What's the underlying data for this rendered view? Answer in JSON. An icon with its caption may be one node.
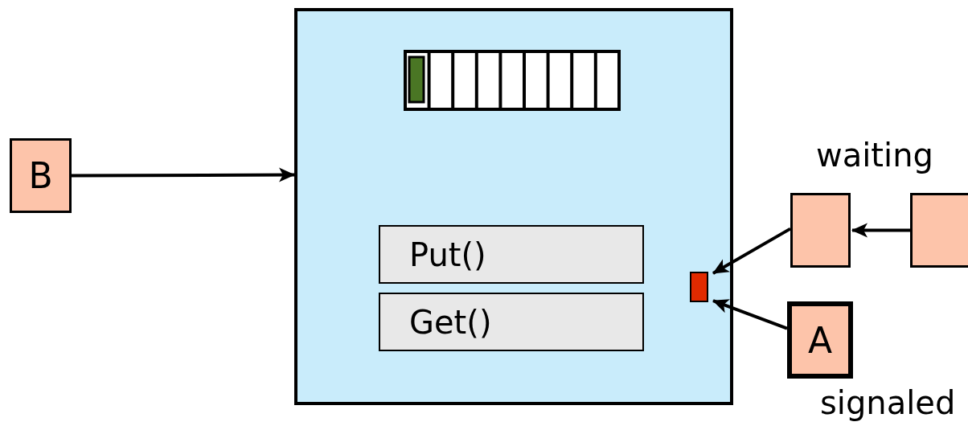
{
  "diagram": {
    "nodes": [
      {
        "text": [],
        "shape": "box"
      },
      {
        "text": [
          "Put()"
        ],
        "in": 0
      },
      {
        "text": [
          "Get()"
        ],
        "in": 0
      },
      {
        "text": [],
        "shape": "box",
        "in": 0
      },
      {
        "text": [
          "B"
        ]
      },
      {
        "text": [],
        "shape": "box"
      },
      {
        "text": [],
        "shape": "box"
      },
      {
        "text": [
          "A"
        ]
      }
    ],
    "edges": [
      {
        "from": 4,
        "to": 0,
        "arrow": "to"
      },
      {
        "from": 5,
        "to": 3,
        "arrow": "to"
      },
      {
        "from": 7,
        "to": 3,
        "arrow": "to"
      },
      {
        "from": 6,
        "to": 5,
        "arrow": "to"
      }
    ],
    "labels": [
      "waiting",
      "signaled"
    ]
  }
}
